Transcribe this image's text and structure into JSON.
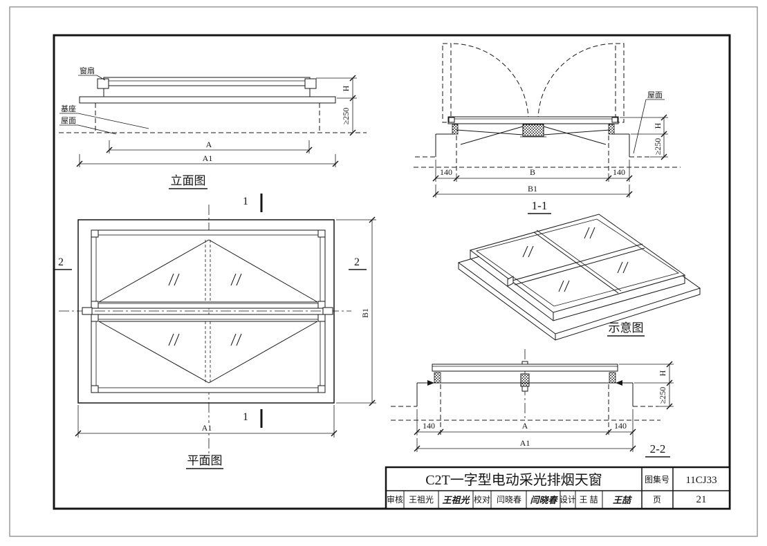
{
  "page": {
    "outer_border_color": "#9a9a9a",
    "frame_color": "#151515",
    "background": "#ffffff"
  },
  "views": {
    "elevation": {
      "title": "立面图",
      "label_sash": "窗扇",
      "label_base": "基座",
      "label_roof": "屋面",
      "dim_a": "A",
      "dim_a1": "A1",
      "dim_h": "H",
      "dim_min": "≥250"
    },
    "section_1_1": {
      "title": "1-1",
      "label_roof": "屋面",
      "dim_left": "140",
      "dim_mid": "B",
      "dim_right": "140",
      "dim_total": "B1",
      "dim_h": "H",
      "dim_min": "≥250"
    },
    "plan": {
      "title": "平面图",
      "marker_1": "1",
      "marker_2": "2",
      "dim_a1": "A1",
      "dim_b1": "B1"
    },
    "schematic": {
      "title": "示意图"
    },
    "section_2_2": {
      "title": "2-2",
      "dim_left": "140",
      "dim_mid": "A",
      "dim_right": "140",
      "dim_total": "A1",
      "dim_h": "H",
      "dim_min": "≥250"
    }
  },
  "title_block": {
    "drawing_title": "C2T一字型电动采光排烟天窗",
    "atlas_label": "图集号",
    "atlas_number": "11CJ33",
    "page_label": "页",
    "page_number": "21",
    "reviewer_label": "审核",
    "reviewer_name": "王祖光",
    "reviewer_signature": "王祖光",
    "checker_label": "校对",
    "checker_name": "闫晓春",
    "checker_signature": "闫晓春",
    "designer_label": "设计",
    "designer_name": "王 喆",
    "designer_signature": "王喆"
  }
}
